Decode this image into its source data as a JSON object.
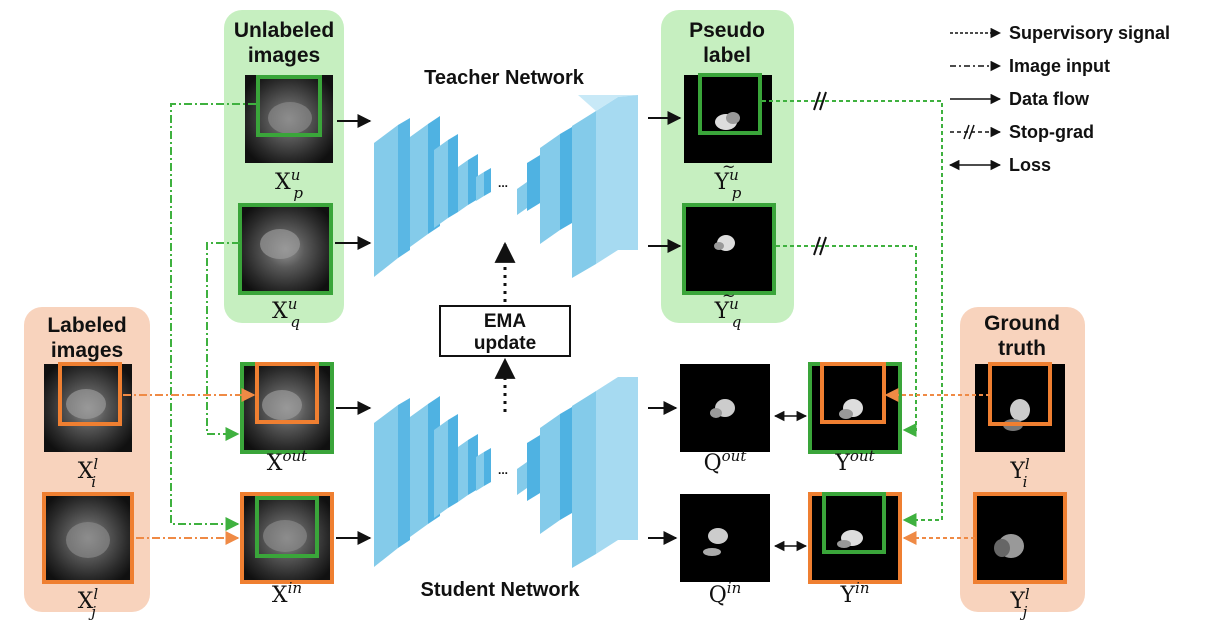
{
  "groups": {
    "unlabeled": "Unlabeled images",
    "pseudo": "Pseudo label",
    "labeled": "Labeled images",
    "ground_truth": "Ground truth"
  },
  "networks": {
    "teacher": "Teacher Network",
    "student": "Student Network",
    "ellipsis": "..."
  },
  "ema_label": "EMA update",
  "legend": [
    {
      "style": "dashed",
      "label": "Supervisory signal"
    },
    {
      "style": "dashdot",
      "label": "Image input"
    },
    {
      "style": "solid",
      "label": "Data flow"
    },
    {
      "style": "stopgrad",
      "label": "Stop-grad"
    },
    {
      "style": "double",
      "label": "Loss"
    }
  ],
  "symbols": {
    "xpu": {
      "base": "X",
      "sub": "p",
      "sup": "u"
    },
    "xqu": {
      "base": "X",
      "sub": "q",
      "sup": "u"
    },
    "ypu": {
      "base": "Y",
      "sub": "p",
      "sup": "u",
      "tilde": true
    },
    "yqu": {
      "base": "Y",
      "sub": "q",
      "sup": "u",
      "tilde": true
    },
    "xil": {
      "base": "X",
      "sub": "i",
      "sup": "l"
    },
    "xjl": {
      "base": "X",
      "sub": "j",
      "sup": "l"
    },
    "xout": {
      "base": "X",
      "sup": "out"
    },
    "xin": {
      "base": "X",
      "sup": "in"
    },
    "qout": {
      "base": "Q",
      "sup": "out"
    },
    "qin": {
      "base": "Q",
      "sup": "in"
    },
    "yout": {
      "base": "Y",
      "sup": "out"
    },
    "yin": {
      "base": "Y",
      "sup": "in"
    },
    "yil": {
      "base": "Y",
      "sub": "i",
      "sup": "l"
    },
    "yjl": {
      "base": "Y",
      "sub": "j",
      "sup": "l"
    }
  },
  "colors": {
    "green_panel": "#c6efc0",
    "orange_panel": "#f8d3bd",
    "green_box": "#3aa53a",
    "orange_box": "#ef7f31",
    "green_arrow": "#3fb13f",
    "orange_arrow": "#ef8a45",
    "network_front": "#84cbea",
    "network_mid": "#4fb2e2"
  }
}
